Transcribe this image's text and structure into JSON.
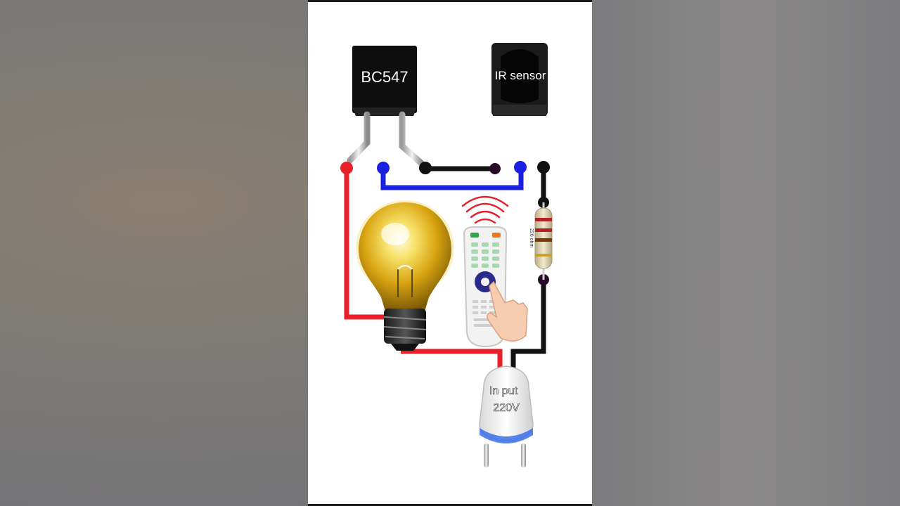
{
  "labels": {
    "transistor": "BC547",
    "sensor": "IR sensor",
    "resistor": "220 ohm",
    "input_line1": "In put",
    "input_line2": "220V"
  },
  "colors": {
    "red_wire": "#e8202a",
    "blue_wire": "#1a1fe0",
    "black_wire": "#111111",
    "bulb_glow": "#f4c21a",
    "background": "#ffffff"
  },
  "icons": [
    "transistor-icon",
    "ir-sensor-icon",
    "bulb-icon",
    "remote-control-icon",
    "signal-waves-icon",
    "resistor-icon",
    "plug-icon",
    "hand-icon"
  ]
}
